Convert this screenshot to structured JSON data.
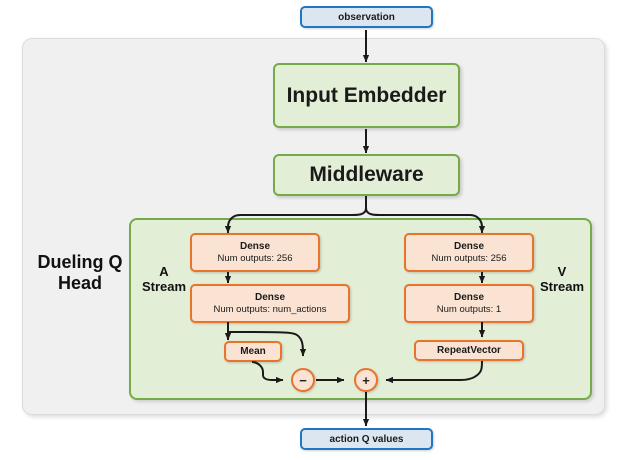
{
  "diagram": {
    "title": "Dueling Q Head network architecture",
    "colors": {
      "io_fill": "#dce6f1",
      "io_border": "#1f77c4",
      "green_fill": "#e3eed6",
      "green_border": "#74ab48",
      "orange_fill": "#fae3d2",
      "orange_border": "#e8742c",
      "outer_fill": "#f0f0f0",
      "edge": "#1a1a1a"
    },
    "input": {
      "label": "observation"
    },
    "output": {
      "label": "action Q values"
    },
    "embedder": {
      "label": "Input Embedder"
    },
    "middleware": {
      "label": "Middleware"
    },
    "head": {
      "label": "Dueling Q\nHead",
      "label_line1": "Dueling Q",
      "label_line2": "Head"
    },
    "streams": {
      "a": {
        "label_line1": "A",
        "label_line2": "Stream",
        "nodes": [
          {
            "name": "dense-256",
            "line1": "Dense",
            "line2": "Num outputs: 256"
          },
          {
            "name": "dense-num-actions",
            "line1": "Dense",
            "line2": "Num outputs: num_actions"
          },
          {
            "name": "mean",
            "line1": "Mean",
            "line2": ""
          }
        ]
      },
      "v": {
        "label_line1": "V",
        "label_line2": "Stream",
        "nodes": [
          {
            "name": "dense-256",
            "line1": "Dense",
            "line2": "Num outputs: 256"
          },
          {
            "name": "dense-1",
            "line1": "Dense",
            "line2": "Num outputs: 1"
          },
          {
            "name": "repeat-vector",
            "line1": "RepeatVector",
            "line2": ""
          }
        ]
      }
    },
    "operators": {
      "subtract": "−",
      "add": "+"
    }
  }
}
